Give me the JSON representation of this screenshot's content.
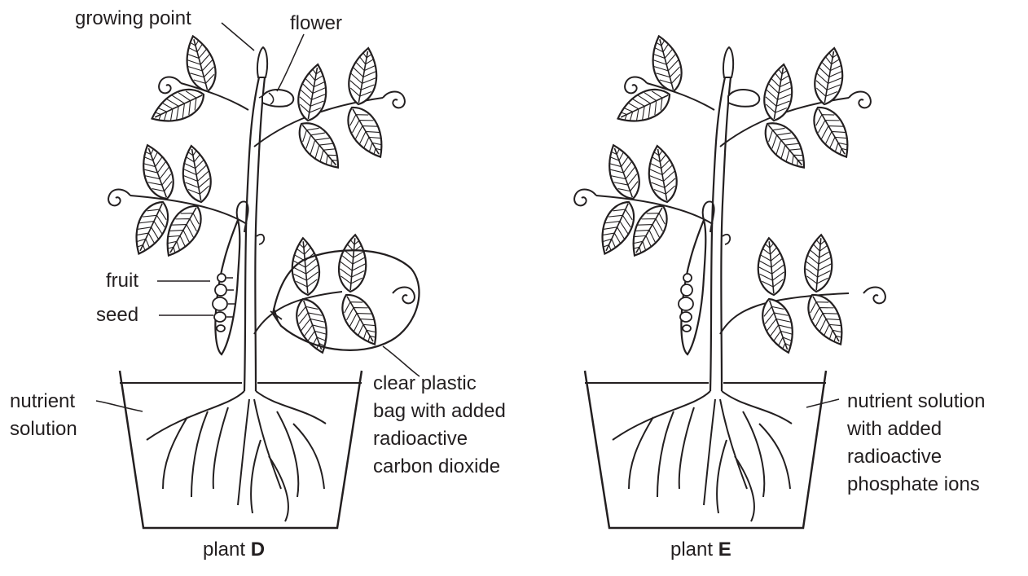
{
  "plant_d": {
    "caption_prefix": "plant ",
    "caption_letter": "D",
    "labels": {
      "growing_point": "growing point",
      "flower": "flower",
      "fruit": "fruit",
      "seed": "seed",
      "nutrient_solution_line1": "nutrient",
      "nutrient_solution_line2": "solution",
      "bag_line1": "clear plastic",
      "bag_line2": "bag with added",
      "bag_line3": "radioactive",
      "bag_line4": "carbon dioxide"
    }
  },
  "plant_e": {
    "caption_prefix": "plant ",
    "caption_letter": "E",
    "labels": {
      "solution_line1": "nutrient solution",
      "solution_line2": "with added",
      "solution_line3": "radioactive",
      "solution_line4": "phosphate ions"
    }
  },
  "colors": {
    "ink": "#231f20",
    "paper": "#ffffff"
  }
}
